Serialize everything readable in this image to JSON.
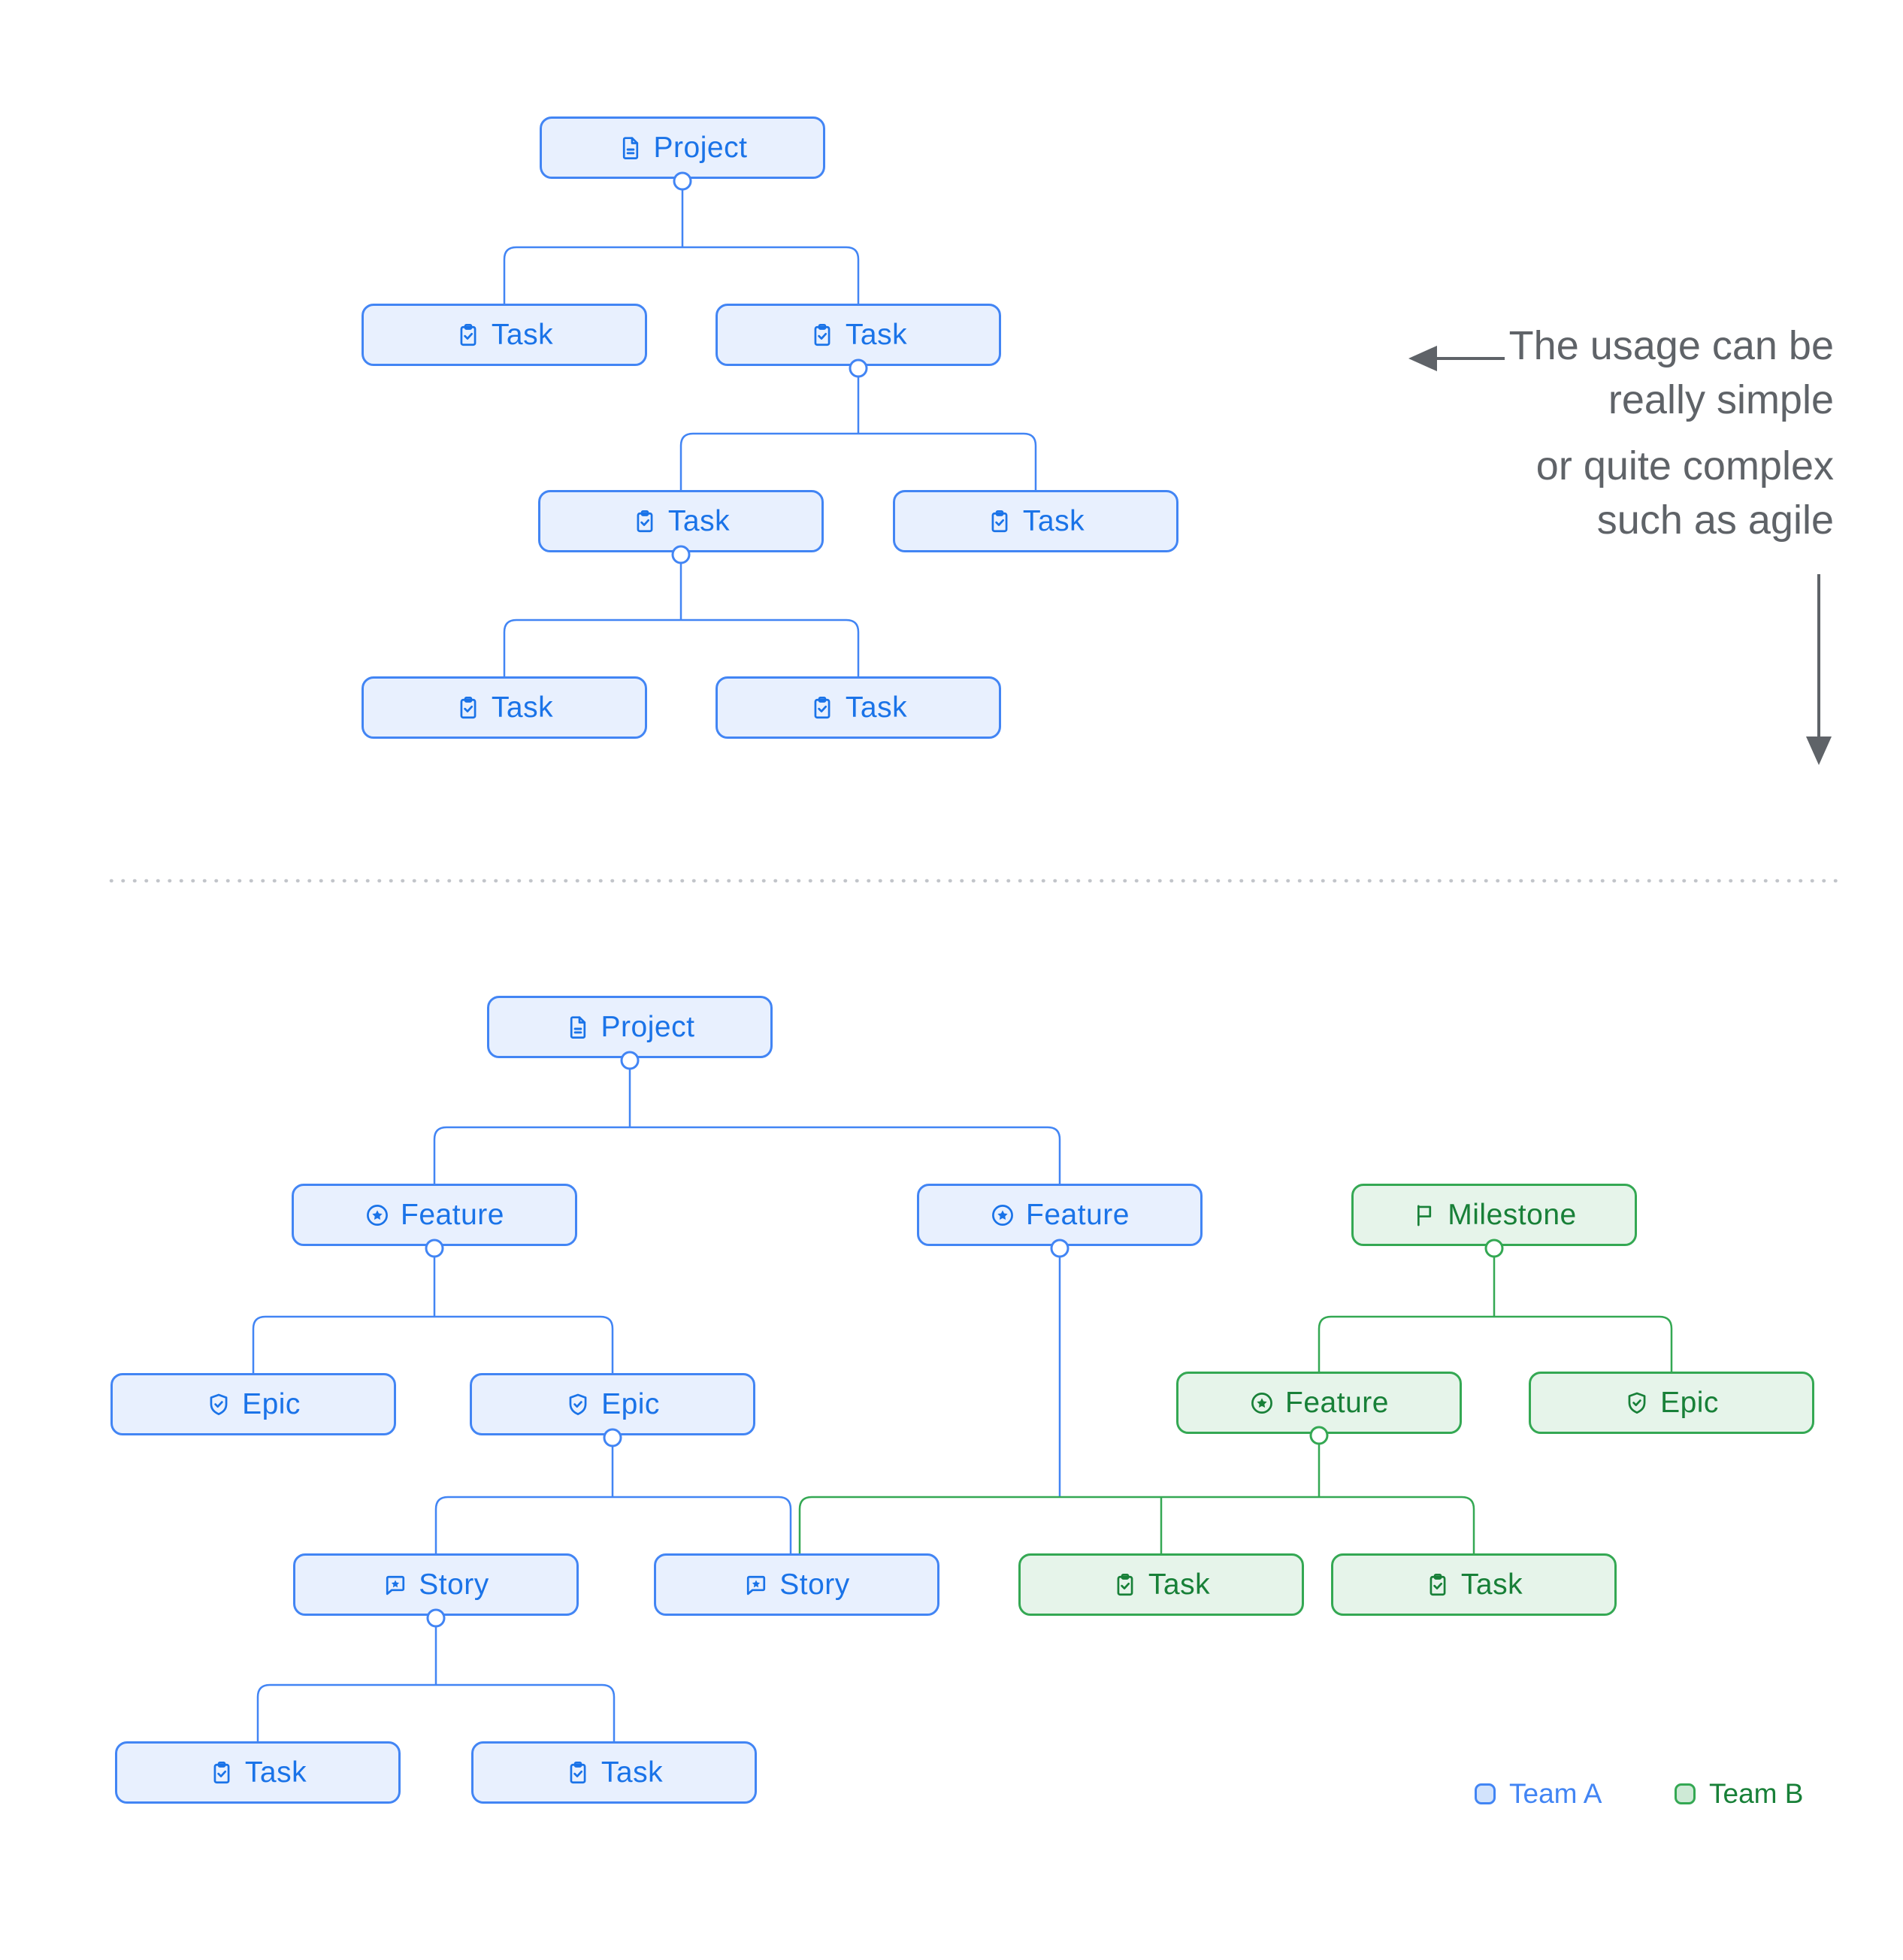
{
  "simple_diagram": {
    "nodes": [
      {
        "id": "project",
        "label": "Project",
        "icon": "document-icon",
        "team": "A"
      },
      {
        "id": "task1",
        "label": "Task",
        "icon": "task-icon",
        "team": "A"
      },
      {
        "id": "task2",
        "label": "Task",
        "icon": "task-icon",
        "team": "A"
      },
      {
        "id": "task3",
        "label": "Task",
        "icon": "task-icon",
        "team": "A"
      },
      {
        "id": "task4",
        "label": "Task",
        "icon": "task-icon",
        "team": "A"
      },
      {
        "id": "task5",
        "label": "Task",
        "icon": "task-icon",
        "team": "A"
      },
      {
        "id": "task6",
        "label": "Task",
        "icon": "task-icon",
        "team": "A"
      }
    ]
  },
  "complex_diagram": {
    "nodes": [
      {
        "id": "project",
        "label": "Project",
        "icon": "document-icon",
        "team": "A"
      },
      {
        "id": "feature1",
        "label": "Feature",
        "icon": "feature-icon",
        "team": "A"
      },
      {
        "id": "feature2",
        "label": "Feature",
        "icon": "feature-icon",
        "team": "A"
      },
      {
        "id": "milestone",
        "label": "Milestone",
        "icon": "flag-icon",
        "team": "B"
      },
      {
        "id": "epic1",
        "label": "Epic",
        "icon": "epic-icon",
        "team": "A"
      },
      {
        "id": "epic2",
        "label": "Epic",
        "icon": "epic-icon",
        "team": "A"
      },
      {
        "id": "feature3",
        "label": "Feature",
        "icon": "feature-icon",
        "team": "B"
      },
      {
        "id": "epic3",
        "label": "Epic",
        "icon": "epic-icon",
        "team": "B"
      },
      {
        "id": "story1",
        "label": "Story",
        "icon": "story-icon",
        "team": "A"
      },
      {
        "id": "story2",
        "label": "Story",
        "icon": "story-icon",
        "team": "A"
      },
      {
        "id": "gtask1",
        "label": "Task",
        "icon": "task-icon",
        "team": "B"
      },
      {
        "id": "gtask2",
        "label": "Task",
        "icon": "task-icon",
        "team": "B"
      },
      {
        "id": "btask1",
        "label": "Task",
        "icon": "task-icon",
        "team": "A"
      },
      {
        "id": "btask2",
        "label": "Task",
        "icon": "task-icon",
        "team": "A"
      }
    ]
  },
  "annotation": {
    "paragraph1_line1": "The usage can be",
    "paragraph1_line2": "really simple",
    "paragraph2_line1": "or quite complex",
    "paragraph2_line2": "such as agile"
  },
  "legend": {
    "team_a_label": "Team A",
    "team_b_label": "Team B"
  },
  "colors": {
    "team_a_border": "#4285F4",
    "team_a_fill": "#E8F0FE",
    "team_a_text": "#1A73E8",
    "team_b_border": "#34A853",
    "team_b_fill": "#E6F4EA",
    "team_b_text": "#188038",
    "annotation_text": "#5F6368",
    "divider": "#C2C5CA"
  }
}
